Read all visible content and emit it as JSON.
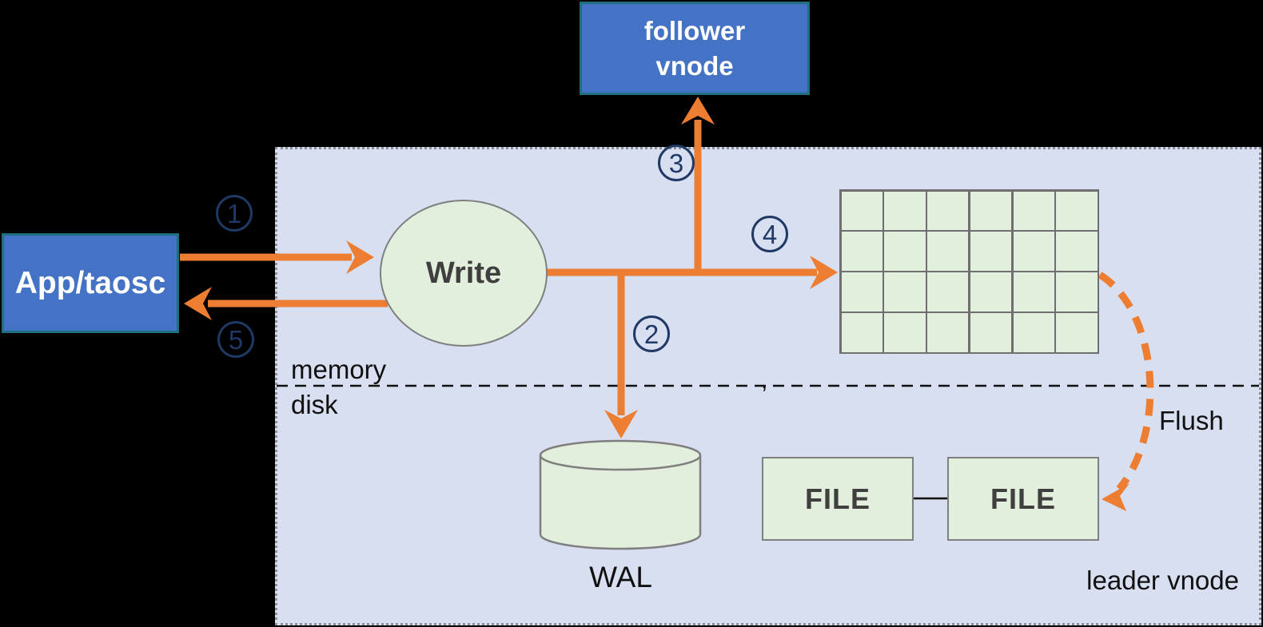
{
  "nodes": {
    "follower_vnode": {
      "line1": "follower",
      "line2": "vnode"
    },
    "app": {
      "label": "App/taosc"
    },
    "write": {
      "label": "Write"
    },
    "wal": {
      "label": "WAL"
    },
    "file_left": {
      "label": "FILE"
    },
    "file_right": {
      "label": "FILE"
    }
  },
  "labels": {
    "memory": "memory",
    "disk": "disk",
    "flush": "Flush",
    "leader_vnode": "leader vnode",
    "stray_mark": ","
  },
  "steps": [
    {
      "label": "1"
    },
    {
      "label": "2"
    },
    {
      "label": "3"
    },
    {
      "label": "4"
    },
    {
      "label": "5"
    }
  ],
  "memtable_grid": {
    "rows": 4,
    "cols": 6
  },
  "colors": {
    "background": "#000000",
    "node_blue_fill": "#4473C5",
    "node_blue_border": "#206F80",
    "panel_fill": "#D8DFF1",
    "green_fill": "#E3EFDD",
    "green_border": "#7F7F7F",
    "arrow_orange": "#ED7D31",
    "step_navy": "#1F3864",
    "node_text_dark": "#3F3F3F",
    "label_black": "#101010"
  }
}
